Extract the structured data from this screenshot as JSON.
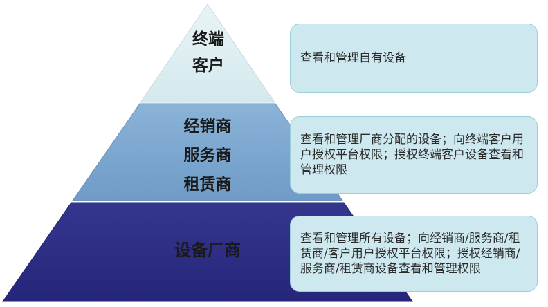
{
  "tiers": {
    "top": {
      "label": "终端\n客户",
      "description": "查看和管理自有设备",
      "color": "#dcedf0"
    },
    "middle": {
      "label": "经销商\n服务商\n租赁商",
      "description": "查看和管理厂商分配的设备；向终端客户用户授权平台权限；授权终端客户设备查看和管理权限",
      "color": "#7ea7ce"
    },
    "bottom": {
      "label": "设备厂商",
      "description": "查看和管理所有设备；向经销商/服务商/租赁商/客户用户授权平台权限；授权经销商/服务商/租赁商设备查看和管理权限",
      "color": "#2e2f86"
    }
  },
  "description_box_color": "#cde8ee"
}
